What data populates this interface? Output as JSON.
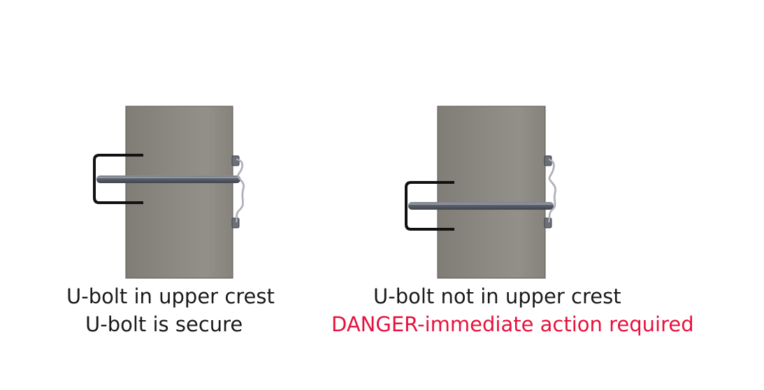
{
  "panels": [
    {
      "id": "secure",
      "caption_line1": "U-bolt in upper crest",
      "caption_line2": "U-bolt is secure"
    },
    {
      "id": "danger",
      "caption_line1": "U-bolt not in upper crest",
      "caption_line2": "DANGER-immediate action required"
    }
  ],
  "colors": {
    "post": "#8a8680",
    "bolt": "#6a6e78",
    "bracket": "#111111",
    "clip": "#8e939c",
    "danger_text": "#e8103c",
    "caption_text": "#1a1a1a"
  }
}
